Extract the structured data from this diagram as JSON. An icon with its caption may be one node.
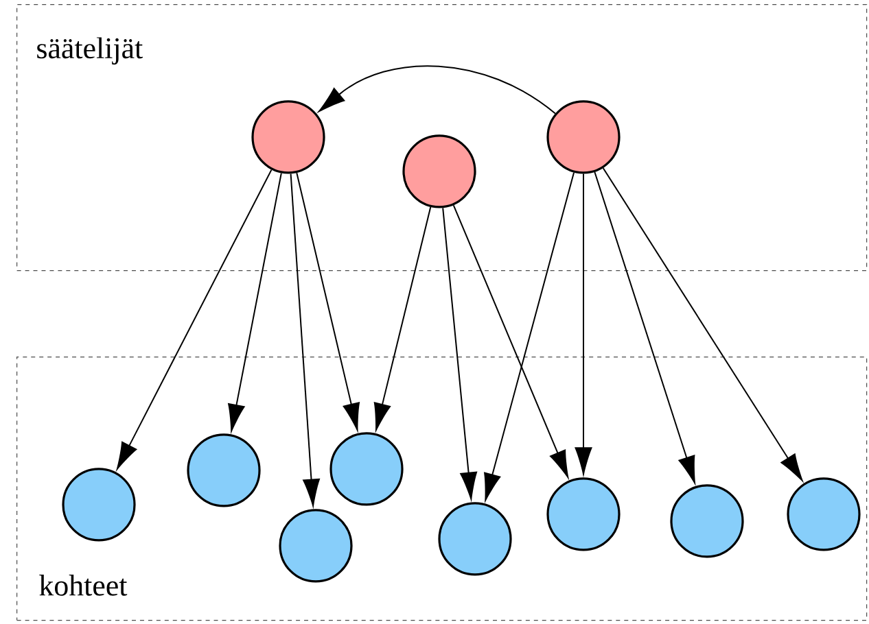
{
  "diagram": {
    "nodes": [
      {
        "text": [
          "säätelijät"
        ]
      },
      {
        "text": [
          "kohteet"
        ]
      },
      {
        "text": [],
        "shape": "circle",
        "in": 0
      },
      {
        "text": [],
        "shape": "circle",
        "in": 0
      },
      {
        "text": [],
        "shape": "circle",
        "in": 0
      },
      {
        "text": [],
        "shape": "circle",
        "in": 1
      },
      {
        "text": [],
        "shape": "circle",
        "in": 1
      },
      {
        "text": [],
        "shape": "circle",
        "in": 1
      },
      {
        "text": [],
        "shape": "circle",
        "in": 1
      },
      {
        "text": [],
        "shape": "circle",
        "in": 1
      },
      {
        "text": [],
        "shape": "circle",
        "in": 1
      },
      {
        "text": [],
        "shape": "circle",
        "in": 1
      },
      {
        "text": [],
        "shape": "circle",
        "in": 1
      }
    ],
    "edges": [
      {
        "from": 4,
        "to": 2,
        "arrow": "to"
      },
      {
        "from": 2,
        "to": 5,
        "arrow": "to"
      },
      {
        "from": 2,
        "to": 6,
        "arrow": "to"
      },
      {
        "from": 2,
        "to": 7,
        "arrow": "to"
      },
      {
        "from": 2,
        "to": 8,
        "arrow": "to"
      },
      {
        "from": 3,
        "to": 8,
        "arrow": "to"
      },
      {
        "from": 3,
        "to": 9,
        "arrow": "to"
      },
      {
        "from": 3,
        "to": 10,
        "arrow": "to"
      },
      {
        "from": 4,
        "to": 9,
        "arrow": "to"
      },
      {
        "from": 4,
        "to": 10,
        "arrow": "to"
      },
      {
        "from": 4,
        "to": 11,
        "arrow": "to"
      },
      {
        "from": 4,
        "to": 12,
        "arrow": "to"
      }
    ]
  }
}
